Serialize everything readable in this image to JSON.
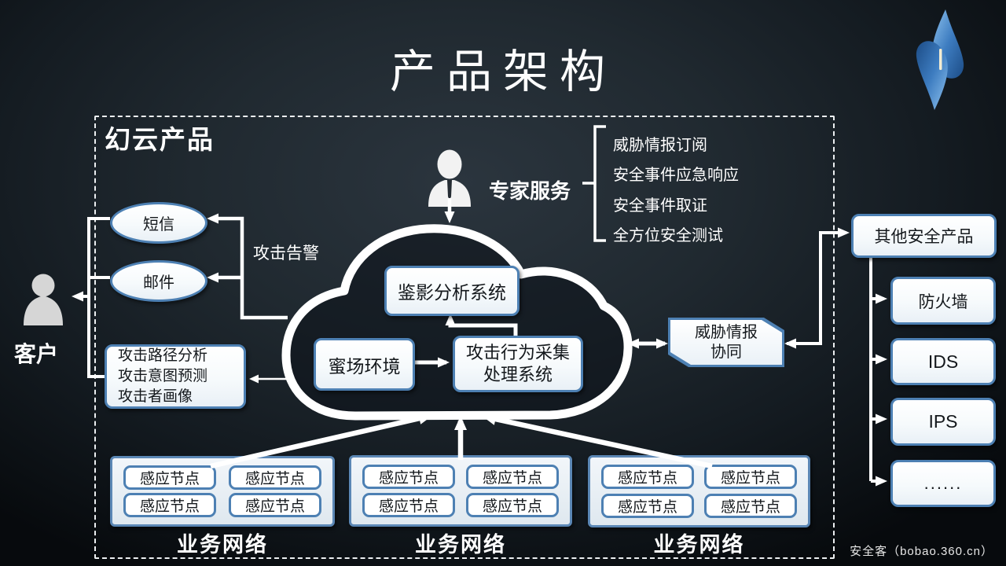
{
  "title": "产品架构",
  "watermark": "安全客（bobao.360.cn）",
  "product_box": {
    "label": "幻云产品"
  },
  "customer": {
    "label": "客户"
  },
  "notify": {
    "sms": "短信",
    "email": "邮件",
    "alert": "攻击告警"
  },
  "analysis": {
    "line1": "攻击路径分析",
    "line2": "攻击意图预测",
    "line3": "攻击者画像"
  },
  "cloud": {
    "analysis_system": "鉴影分析系统",
    "honeypot": "蜜场环境",
    "collection_line1": "攻击行为采集",
    "collection_line2": "处理系统"
  },
  "expert": {
    "label": "专家服务",
    "services": [
      "威胁情报订阅",
      "安全事件应急响应",
      "安全事件取证",
      "全方位安全测试"
    ]
  },
  "threat_intel": {
    "line1": "威胁情报",
    "line2": "协同"
  },
  "other_products": {
    "title": "其他安全产品",
    "items": [
      "防火墙",
      "IDS",
      "IPS",
      "......"
    ]
  },
  "networks": {
    "node": "感应节点",
    "label": "业务网络"
  },
  "colors": {
    "box_border": "#4d80b3",
    "line": "#ffffff",
    "logo_blue": "#3d7cc0",
    "background_center": "#2b353e",
    "background_edge": "#070a0d"
  }
}
